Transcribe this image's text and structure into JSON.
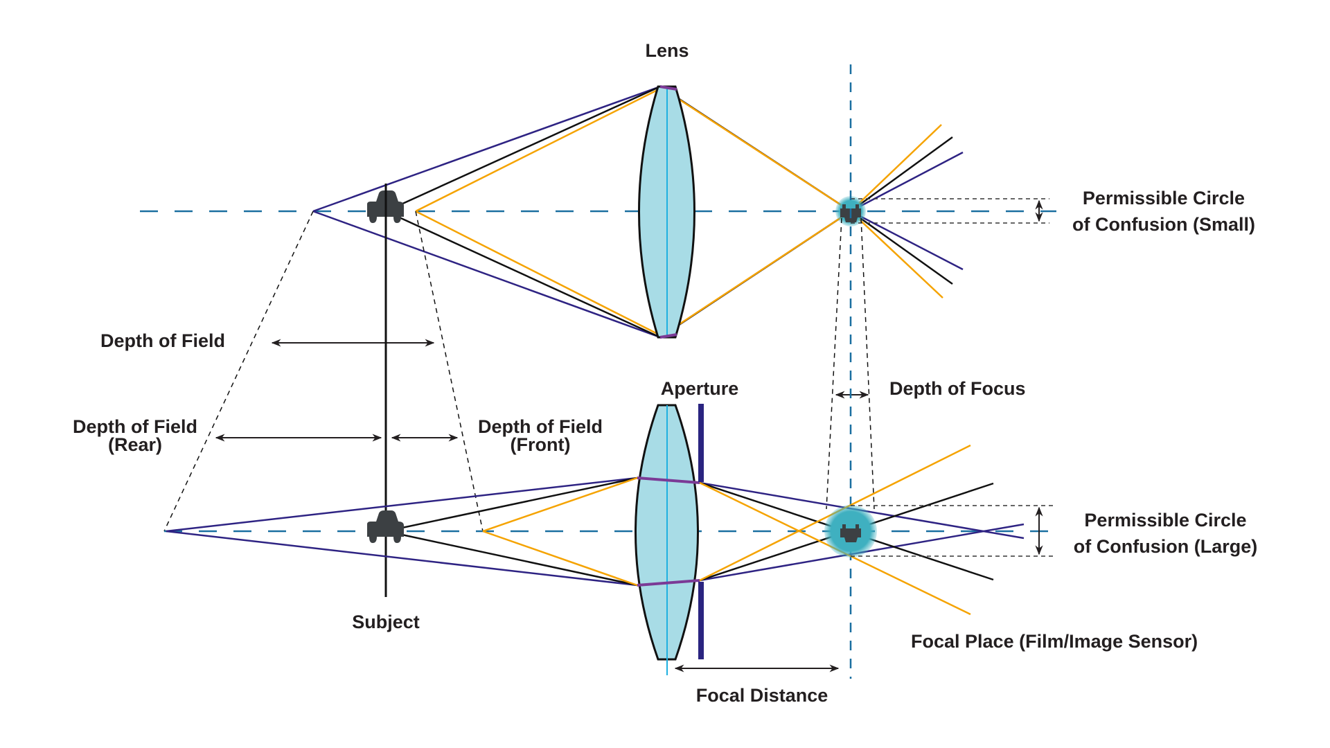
{
  "title": "Depth of Field and Depth of Focus",
  "colors": {
    "axis": "#1a6fa0",
    "ray_blue": "#2e2383",
    "ray_black": "#111111",
    "ray_orange": "#f5a300",
    "lens_fill": "#a8dce6",
    "lens_center": "#1eb0e0",
    "lens_rim": "#7b3a96",
    "aperture": "#2a2480",
    "blur_circle": "#3fb0c0",
    "subject_icon": "#3c4043",
    "text": "#231f20"
  },
  "labels": {
    "lens": "Lens",
    "aperture": "Aperture",
    "depth_of_field": "Depth of Field",
    "dof_rear_line1": "Depth of Field",
    "dof_rear_line2": "(Rear)",
    "dof_front_line1": "Depth of Field",
    "dof_front_line2": "(Front)",
    "depth_of_focus": "Depth of Focus",
    "coc_small_line1": "Permissible Circle",
    "coc_small_line2": "of Confusion (Small)",
    "coc_large_line1": "Permissible Circle",
    "coc_large_line2": "of Confusion (Large)",
    "subject": "Subject",
    "focal_plane": "Focal Place (Film/Image Sensor)",
    "focal_distance": "Focal Distance"
  },
  "icons": {
    "subject": "car-icon",
    "image": "car-icon-inverted"
  }
}
